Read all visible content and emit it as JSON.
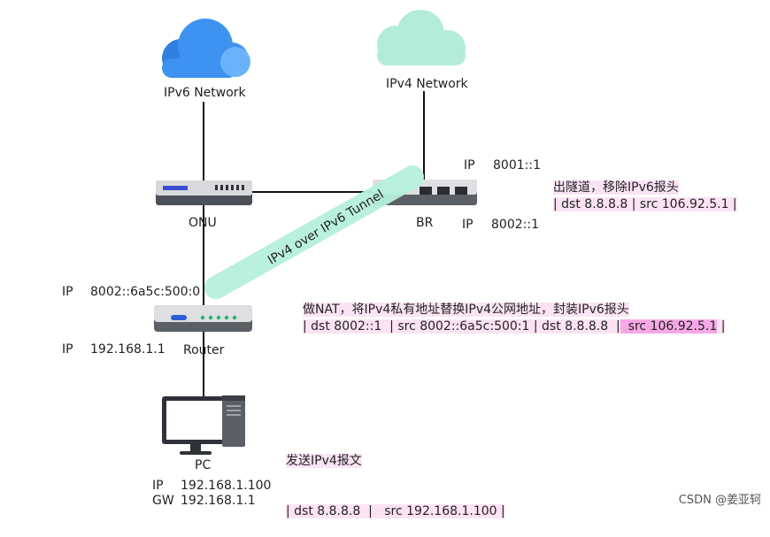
{
  "clouds": {
    "ipv6": {
      "label": "IPv6 Network",
      "color": "#3f93f0"
    },
    "ipv4": {
      "label": "IPv4 Network",
      "color": "#b3ecdb"
    }
  },
  "devices": {
    "onu": {
      "label": "ONU"
    },
    "br": {
      "label": "BR",
      "ip_top_key": "IP",
      "ip_top": "8001::1",
      "ip_bottom_key": "IP",
      "ip_bottom": "8002::1"
    },
    "router": {
      "label": "Router",
      "wan_ip_key": "IP",
      "wan_ip": "8002::6a5c:500:0",
      "lan_ip_key": "IP",
      "lan_ip": "192.168.1.1"
    },
    "pc": {
      "label": "PC",
      "ip_key": "IP",
      "ip": "192.168.1.100",
      "gw_key": "GW",
      "gw": "192.168.1.1"
    }
  },
  "tunnel": {
    "label": "IPv4 over IPv6 Tunnel",
    "color": "#b6f0dd"
  },
  "notes": {
    "br": {
      "title": "出隧道，移除IPv6报头",
      "line": "| dst 8.8.8.8 | src 106.92.5.1 |"
    },
    "router": {
      "title": "做NAT，将IPv4私有地址替换IPv4公网地址，封装IPv6报头",
      "line_a": "| dst 8002::1  | src 8002::6a5c:500:1 | dst 8.8.8.8  |",
      "line_b": "  src 106.92.5.1",
      "line_c": " |"
    },
    "pc": {
      "title": "发送IPv4报文",
      "line": "| dst 8.8.8.8  |   src 192.168.1.100 |"
    }
  },
  "watermark": "CSDN @姜亚轲"
}
